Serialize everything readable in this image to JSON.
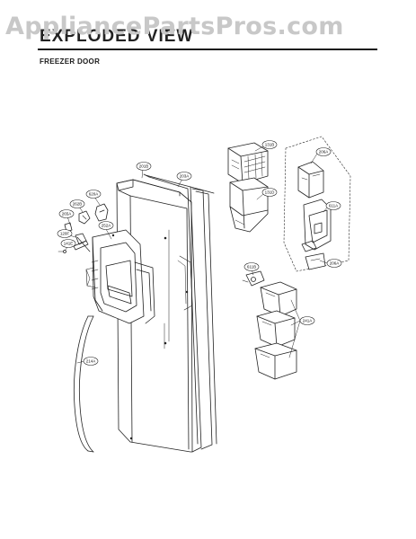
{
  "watermark": "AppliancePartsPros.com",
  "header": {
    "title": "EXPLODED VIEW",
    "subtitle": "FREEZER DOOR"
  },
  "callouts": [
    {
      "id": "callout-131b",
      "label": "131B"
    },
    {
      "id": "callout-131d",
      "label": "131D"
    },
    {
      "id": "callout-206a",
      "label": "206A"
    },
    {
      "id": "callout-611a",
      "label": "611A"
    },
    {
      "id": "callout-206a-lower",
      "label": "206A"
    },
    {
      "id": "callout-201b",
      "label": "201B"
    },
    {
      "id": "callout-203a",
      "label": "203A"
    },
    {
      "id": "callout-620a",
      "label": "620A"
    },
    {
      "id": "callout-262b",
      "label": "262B"
    },
    {
      "id": "callout-252a",
      "label": "252A"
    },
    {
      "id": "callout-265a",
      "label": "265A"
    },
    {
      "id": "callout-120f",
      "label": "120F"
    },
    {
      "id": "callout-141e",
      "label": "141E"
    },
    {
      "id": "callout-611b",
      "label": "611B"
    },
    {
      "id": "callout-241a",
      "label": "241A"
    },
    {
      "id": "callout-214a",
      "label": "214A"
    }
  ]
}
